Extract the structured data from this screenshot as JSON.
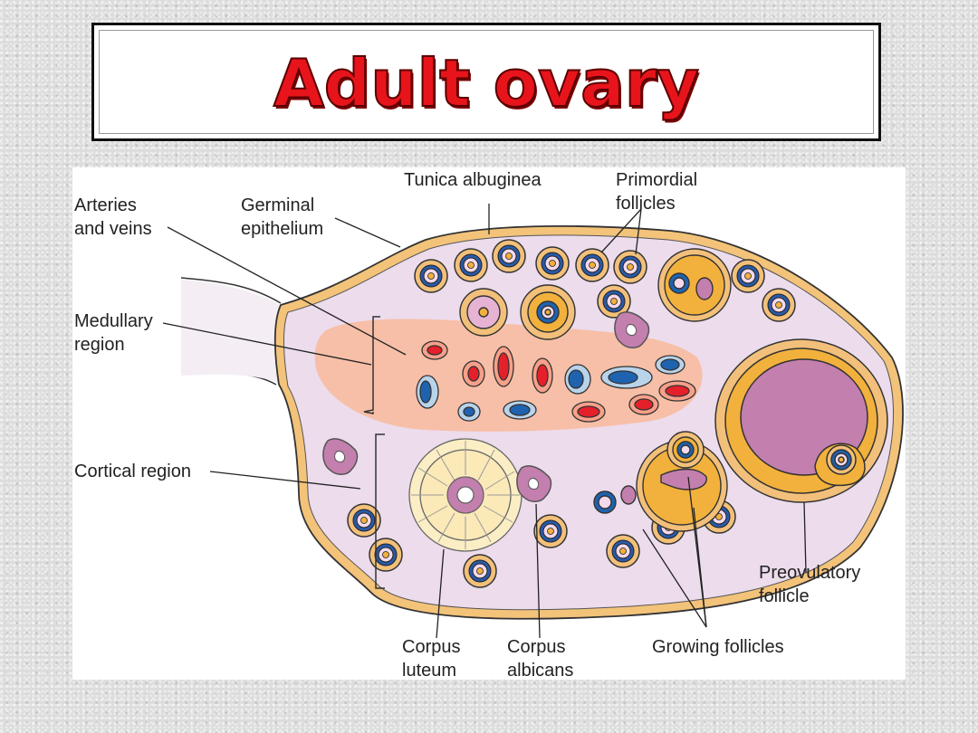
{
  "title": "Adult ovary",
  "labels": {
    "arteries": [
      "Arteries",
      "and veins"
    ],
    "germinal": [
      "Germinal",
      "epithelium"
    ],
    "tunica": "Tunica albuginea",
    "primordial": [
      "Primordial",
      "follicles"
    ],
    "medullary": [
      "Medullary",
      "region"
    ],
    "cortical": "Cortical region",
    "preovulatory": [
      "Preovulatory",
      "follicle"
    ],
    "corpus_luteum": [
      "Corpus",
      "luteum"
    ],
    "corpus_albicans": [
      "Corpus",
      "albicans"
    ],
    "growing": "Growing follicles"
  },
  "colors": {
    "title_red": "#e8141b",
    "cortex": "#ecdcec",
    "capsule": "#f3c37a",
    "follicle": "#f2b13c",
    "oocyte": "#c37fae",
    "medulla": "#f7bfa7",
    "artery": "#e5202a",
    "vein": "#1f63b0"
  }
}
